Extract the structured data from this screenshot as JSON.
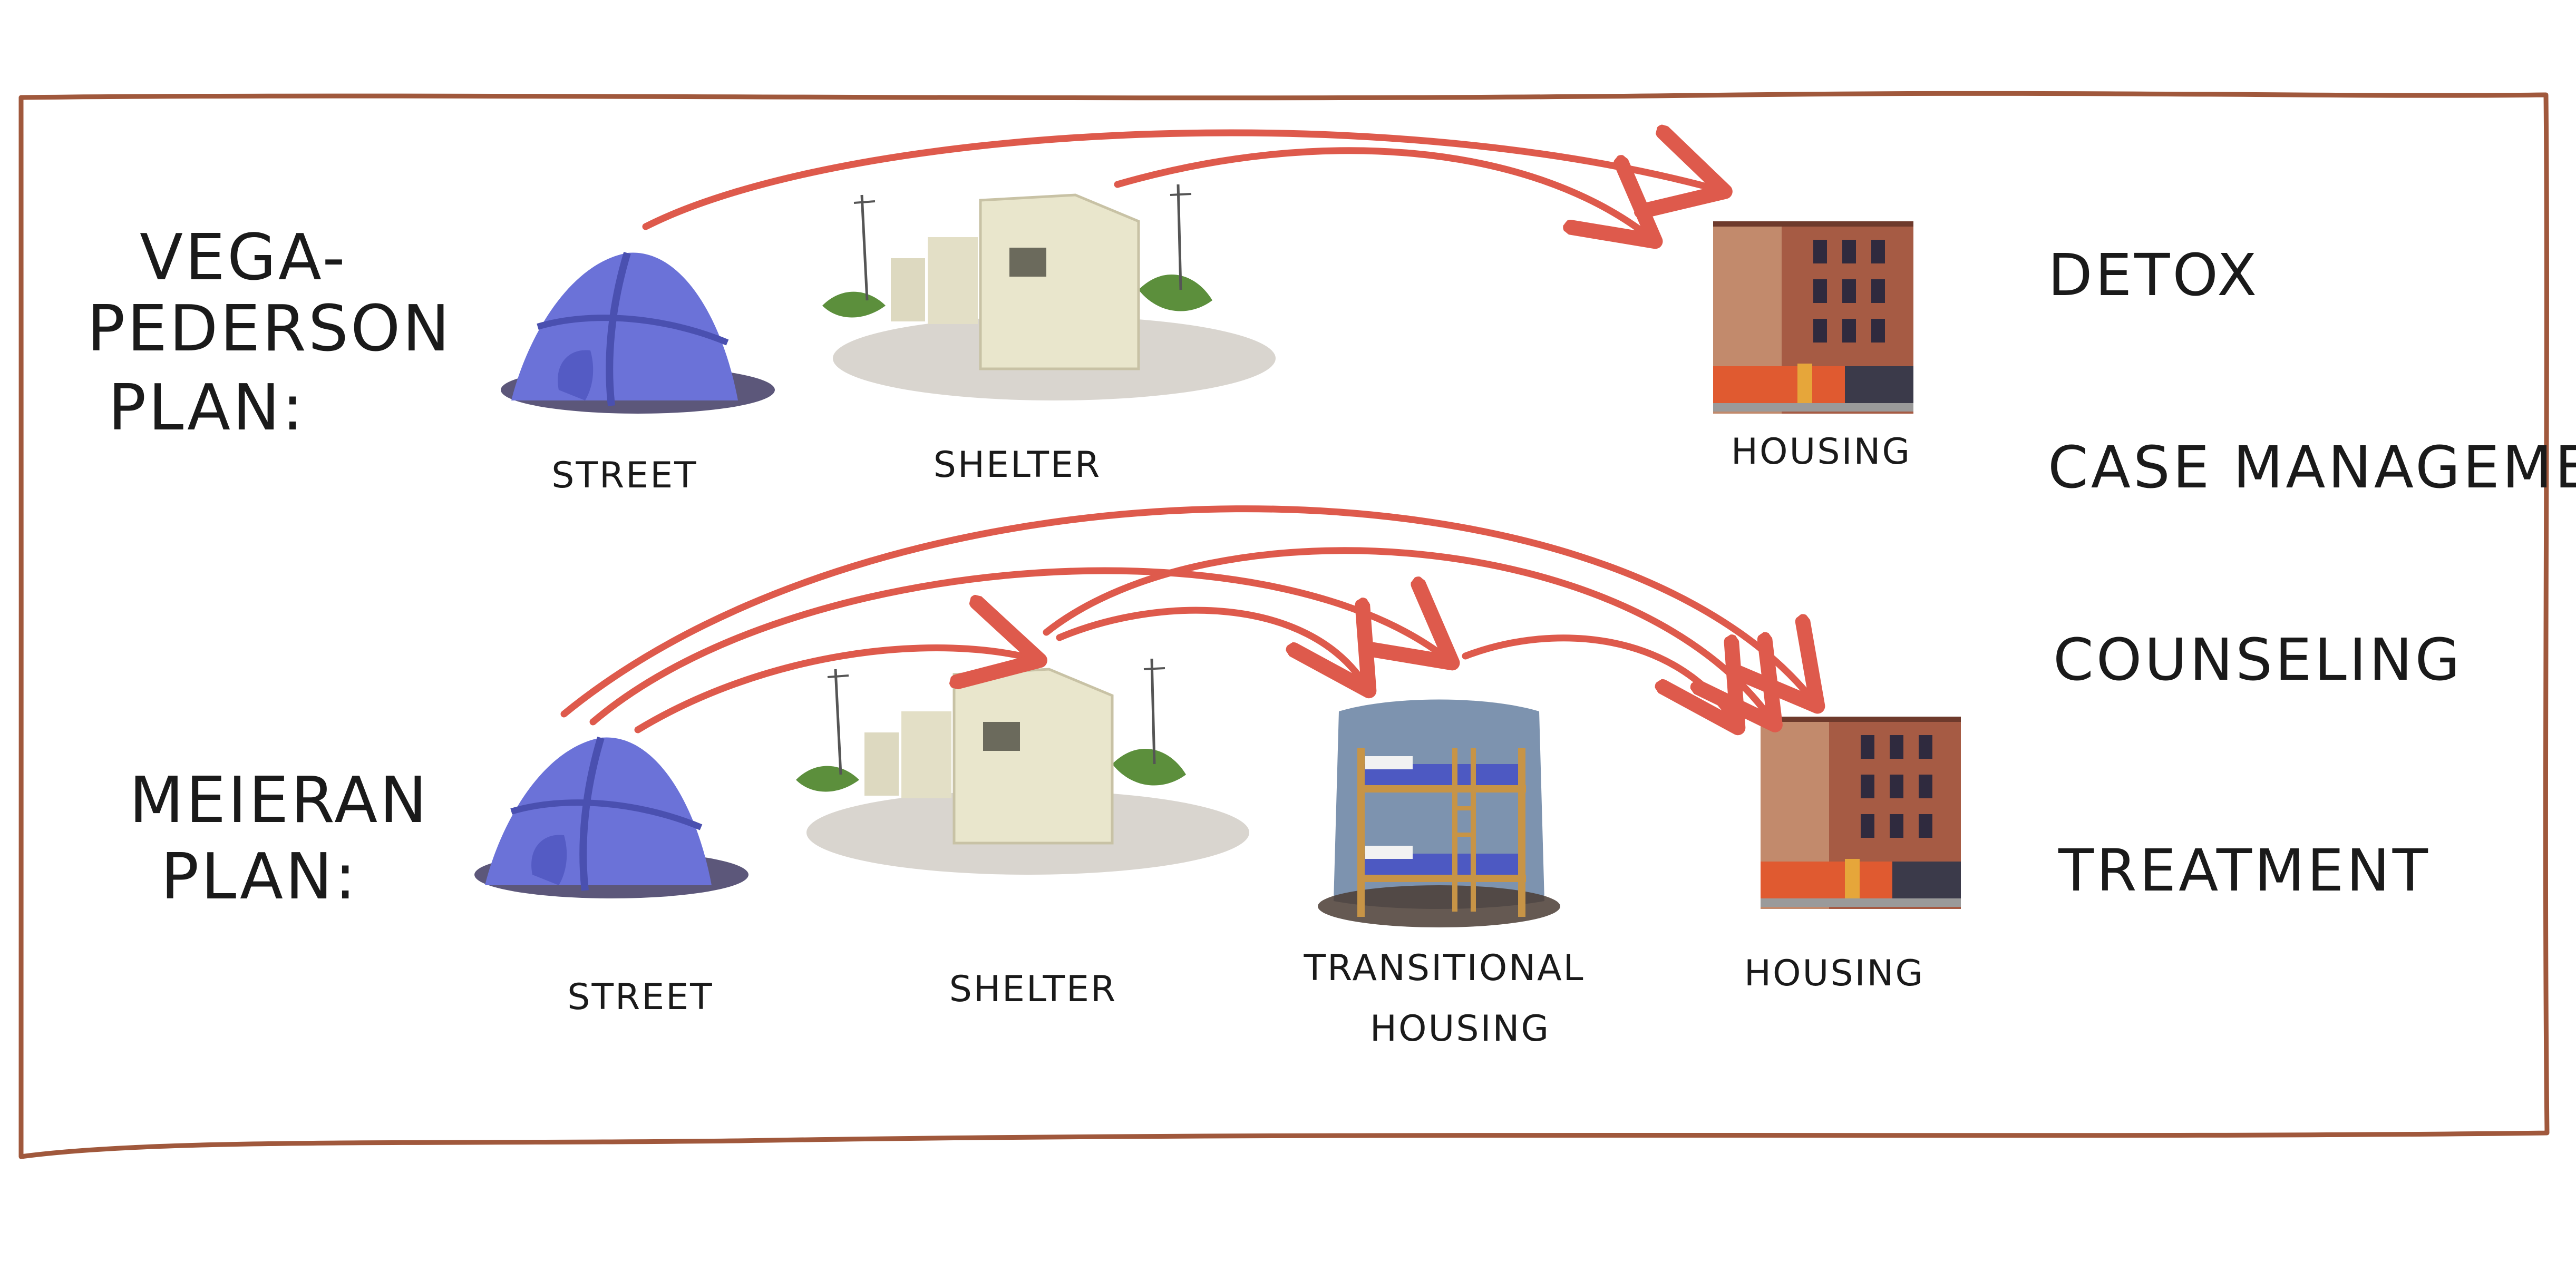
{
  "plans": [
    {
      "label_lines": [
        "VEGA-",
        "PEDERSON",
        "PLAN:"
      ],
      "nodes": [
        "STREET",
        "SHELTER",
        "HOUSING"
      ]
    },
    {
      "label_lines": [
        "MEIERAN",
        "PLAN:"
      ],
      "nodes": [
        "STREET",
        "SHELTER",
        "TRANSITIONAL",
        "HOUSING",
        "HOUSING"
      ]
    }
  ],
  "services": [
    "DETOX",
    "CASE MANAGEMENT",
    "COUNSELING",
    "TREATMENT"
  ],
  "colors": {
    "frame": "#a0583c",
    "arrow": "#de5a4c",
    "tent": "#6b72d8",
    "shelter": "#e9e6cc",
    "building": "#a65b44",
    "bunk": "#c79446",
    "mattress": "#4d59c2",
    "room": "#6f87a6",
    "ink": "#1a1a1a"
  },
  "icons": [
    "tent-icon",
    "tiny-shelter-icon",
    "apartment-building-icon",
    "bunk-bed-icon",
    "arrow-icon"
  ]
}
